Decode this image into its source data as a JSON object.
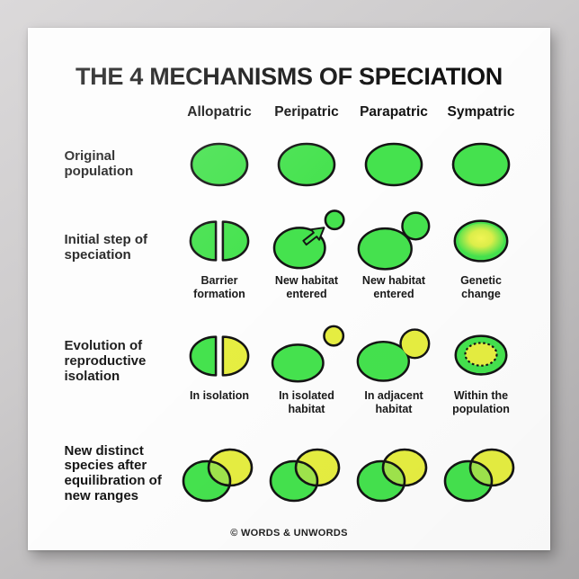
{
  "title": "THE 4 MECHANISMS OF SPECIATION",
  "columns": [
    "Allopatric",
    "Peripatric",
    "Parapatric",
    "Sympatric"
  ],
  "rows": [
    {
      "label": "Original population",
      "cells": [
        {
          "shape": "single-green-ellipse"
        },
        {
          "shape": "single-green-ellipse"
        },
        {
          "shape": "single-green-ellipse"
        },
        {
          "shape": "single-green-ellipse"
        }
      ]
    },
    {
      "label": "Initial step of speciation",
      "cells": [
        {
          "shape": "ellipse-split-by-barrier",
          "caption": "Barrier formation"
        },
        {
          "shape": "ellipse-with-arrow-to-small-circle",
          "caption": "New habitat entered"
        },
        {
          "shape": "ellipse-with-attached-bud",
          "caption": "New habitat entered"
        },
        {
          "shape": "ellipse-with-yellow-gradient-center",
          "caption": "Genetic change"
        }
      ]
    },
    {
      "label": "Evolution of reproductive isolation",
      "cells": [
        {
          "shape": "split-halves-green-yellow",
          "caption": "In isolation"
        },
        {
          "shape": "green-ellipse-separate-yellow-circle",
          "caption": "In isolated habitat"
        },
        {
          "shape": "green-ellipse-adjacent-yellow-circle",
          "caption": "In adjacent habitat"
        },
        {
          "shape": "green-ellipse-inner-dotted-yellow",
          "caption": "Within the population"
        }
      ]
    },
    {
      "label": "New distinct species after equilibration of new ranges",
      "cells": [
        {
          "shape": "overlapping-green-yellow-ellipses"
        },
        {
          "shape": "overlapping-green-yellow-ellipses"
        },
        {
          "shape": "overlapping-green-yellow-ellipses"
        },
        {
          "shape": "overlapping-green-yellow-ellipses"
        }
      ]
    }
  ],
  "footer": {
    "text": "© WORDS & UNWORDS"
  },
  "colors": {
    "green": "#45e24e",
    "yellow": "#e6ee41",
    "overlap_green": "#9fe44c",
    "outline": "#141414",
    "poster_background": "#fdfdfd",
    "page_background_top": "#dbd9da",
    "page_background_bottom": "#a9a7a8"
  }
}
